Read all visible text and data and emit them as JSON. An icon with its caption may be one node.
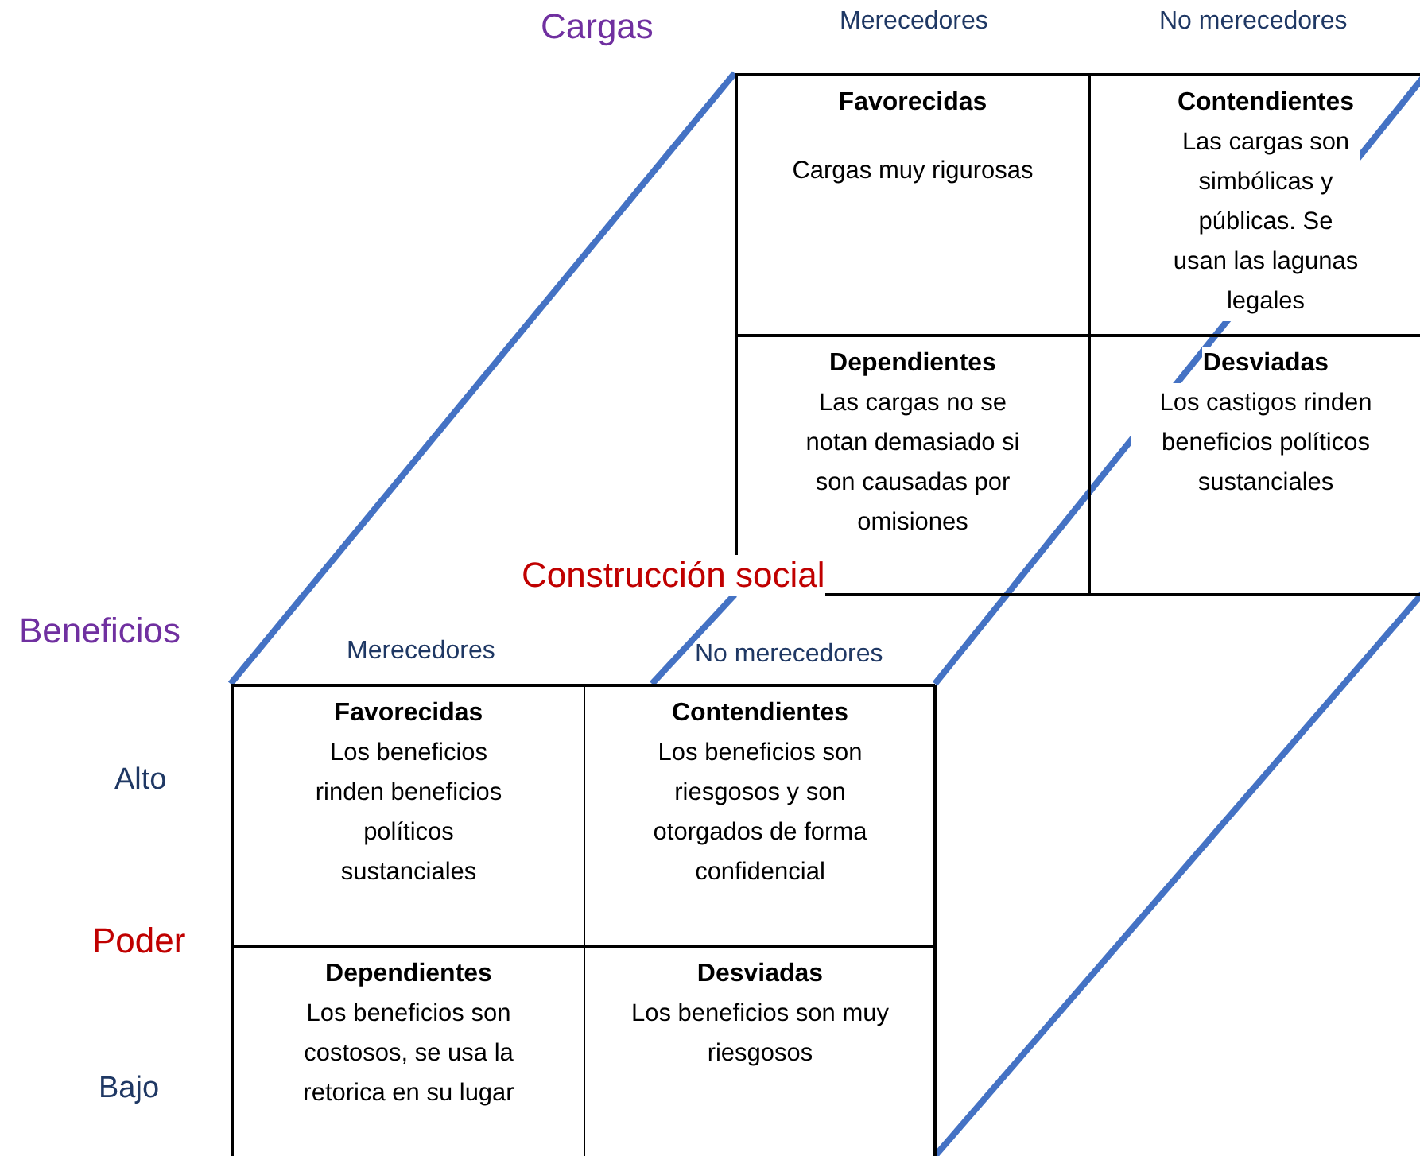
{
  "diagram": {
    "nodes": [
      {
        "text": [],
        "shape": "box"
      },
      {
        "text": [
          "Favorecidas",
          "Cargas muy rigurosas"
        ],
        "in": 0
      },
      {
        "text": [
          "Contendientes",
          "Las cargas son simbólicas y públicas. Se usan las lagunas legales"
        ],
        "in": 0
      },
      {
        "text": [
          "Dependientes",
          "Las cargas no se notan demasiado si son causadas por omisiones"
        ],
        "in": 0
      },
      {
        "text": [
          "Desviadas",
          "Los castigos rinden beneficios políticos sustanciales"
        ],
        "in": 0
      },
      {
        "text": [],
        "shape": "box"
      },
      {
        "text": [
          "Favorecidas",
          "Los beneficios rinden beneficios políticos sustanciales"
        ],
        "in": 5
      },
      {
        "text": [
          "Contendientes",
          "Los beneficios son riesgosos y son otorgados de forma confidencial"
        ],
        "in": 5
      },
      {
        "text": [
          "Dependientes",
          "Los beneficios son costosos, se usa la retorica en su lugar"
        ],
        "in": 5
      },
      {
        "text": [
          "Desviadas",
          "Los beneficios son muy riesgosos"
        ],
        "in": 5
      }
    ],
    "labels": [
      "Cargas",
      "Merecedores",
      "No merecedores",
      "Construcción social",
      "Beneficios",
      "Merecedores",
      "No merecedores",
      "Alto",
      "Poder",
      "Bajo"
    ]
  }
}
